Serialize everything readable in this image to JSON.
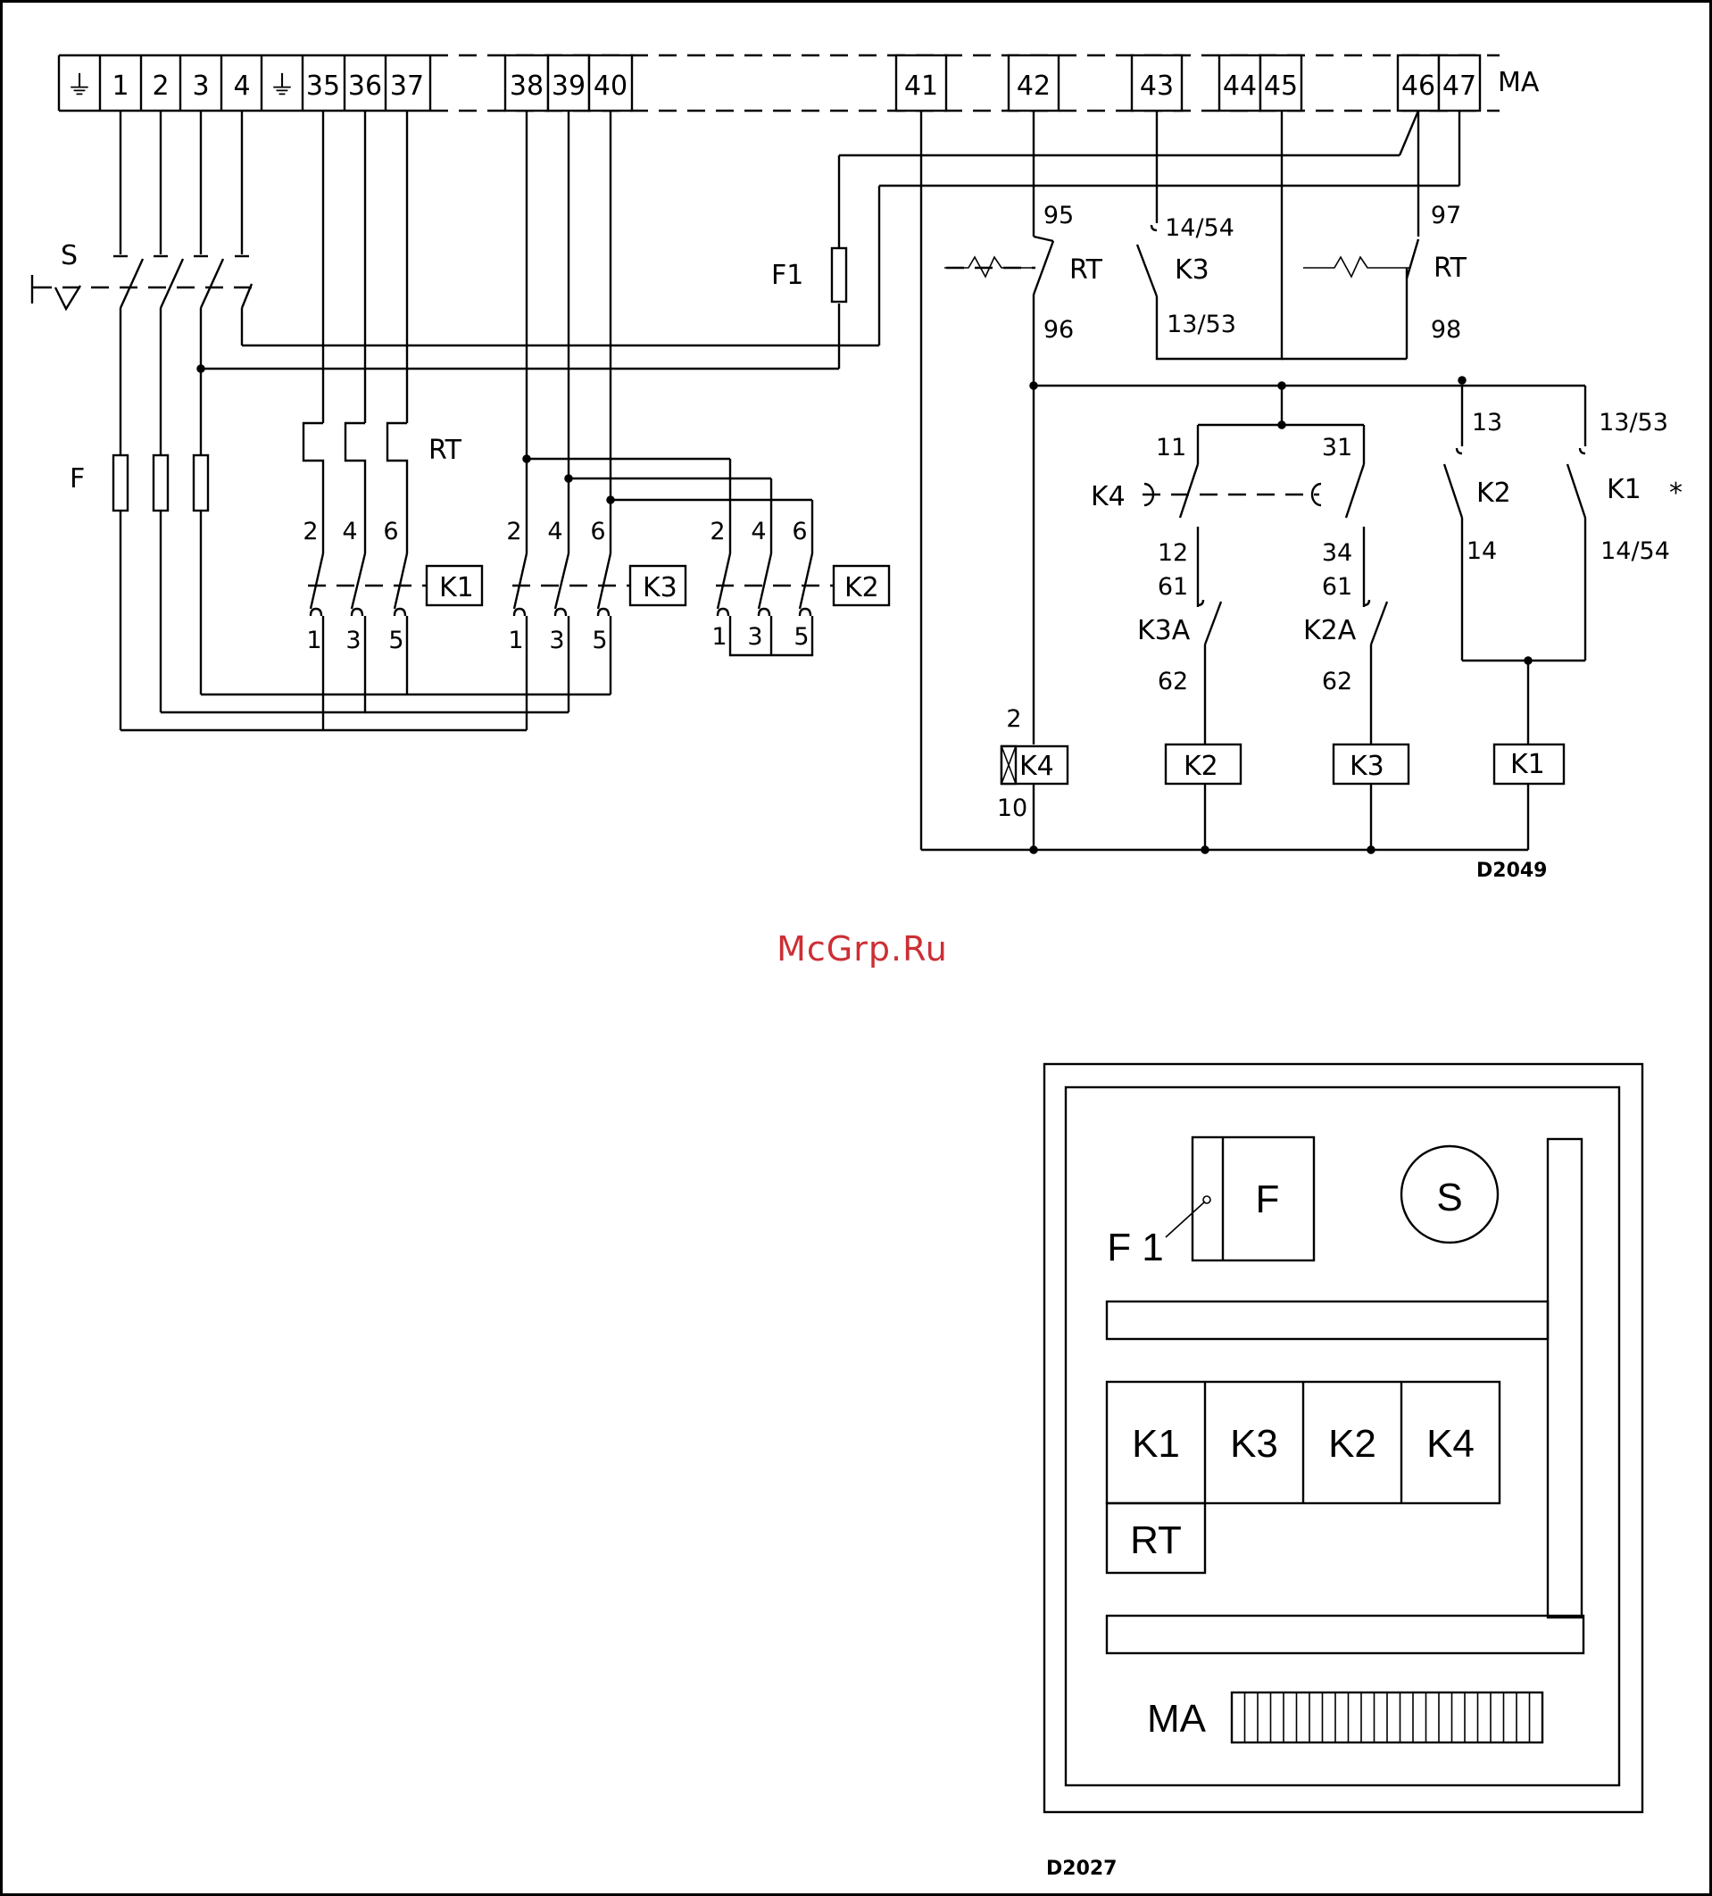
{
  "diagram": {
    "terminal_strip_label": "MA",
    "ground_symbol": "⏚",
    "terminals": [
      "1",
      "2",
      "3",
      "4",
      "35",
      "36",
      "37",
      "38",
      "39",
      "40",
      "41",
      "42",
      "43",
      "44",
      "45",
      "46",
      "47"
    ],
    "labels": {
      "S": "S",
      "F": "F",
      "F1": "F1",
      "RT": "RT",
      "K1": "K1",
      "K2": "K2",
      "K3": "K3",
      "K4": "K4",
      "K3A": "K3A",
      "K2A": "K2A",
      "star": "*"
    },
    "pins": {
      "p2": "2",
      "p4": "4",
      "p6": "6",
      "p1": "1",
      "p3": "3",
      "p5": "5",
      "p95": "95",
      "p96": "96",
      "p97": "97",
      "p98": "98",
      "p14_54": "14/54",
      "p13_53": "13/53",
      "p11": "11",
      "p12": "12",
      "p31": "31",
      "p34": "34",
      "p61": "61",
      "p62": "62",
      "p13": "13",
      "p14": "14",
      "p10": "10"
    },
    "drawing_code": "D2049"
  },
  "watermark": "McGrp.Ru",
  "layout_panel": {
    "F1": "F 1",
    "F": "F",
    "S": "S",
    "modules": [
      "K1",
      "K3",
      "K2",
      "K4"
    ],
    "RT": "RT",
    "MA": "MA",
    "drawing_code": "D2027"
  }
}
